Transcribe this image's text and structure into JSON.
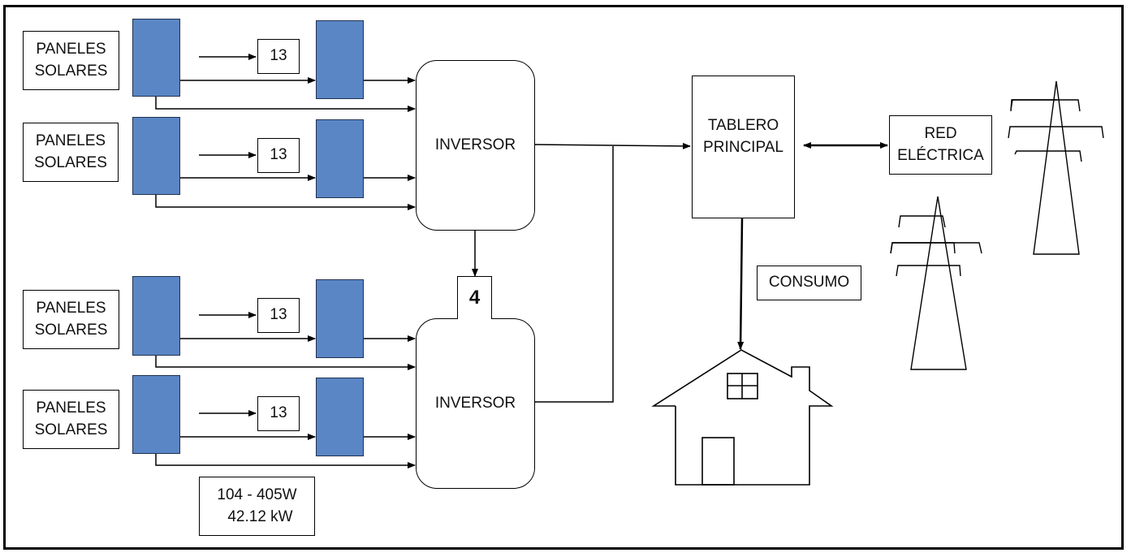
{
  "diagram": {
    "title": "",
    "colors": {
      "panel_fill": "#5a86c5",
      "panel_border": "#1f3150",
      "line": "#000000"
    },
    "strings": [
      {
        "label": "PANELES\nSOLARES",
        "multiplier": "13"
      },
      {
        "label": "PANELES\nSOLARES",
        "multiplier": "13"
      },
      {
        "label": "PANELES\nSOLARES",
        "multiplier": "13"
      },
      {
        "label": "PANELES\nSOLARES",
        "multiplier": "13"
      }
    ],
    "inverters": [
      {
        "label": "INVERSOR"
      },
      {
        "label": "INVERSOR"
      }
    ],
    "inverter_count": "4",
    "panel_spec": {
      "line1": "104 - 405W",
      "line2": "42.12 kW"
    },
    "main_board": {
      "line1": "TABLERO",
      "line2": "PRINCIPAL"
    },
    "grid": {
      "line1": "RED",
      "line2": "ELÉCTRICA"
    },
    "consumption": "CONSUMO",
    "icons": [
      "house-icon",
      "power-tower-icon",
      "power-tower-icon"
    ]
  }
}
